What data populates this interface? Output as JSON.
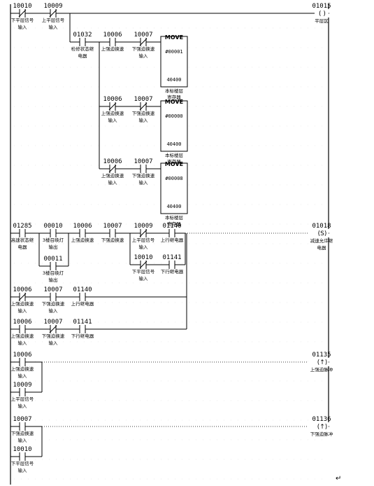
{
  "contacts": [
    {
      "id": "c1",
      "addr": "10010",
      "lbl": [
        "下平层信号",
        "输入"
      ],
      "nc": true
    },
    {
      "id": "c2",
      "addr": "10009",
      "lbl": [
        "上平层信号",
        "输入"
      ],
      "nc": true
    },
    {
      "id": "c3",
      "addr": "01032",
      "lbl": [
        "检修状态继",
        "电器"
      ],
      "nc": false
    },
    {
      "id": "c4",
      "addr": "10006",
      "lbl": [
        "上强迫换速"
      ],
      "nc": false
    },
    {
      "id": "c5",
      "addr": "10007",
      "lbl": [
        "下强迫换速",
        "输入"
      ],
      "nc": true
    },
    {
      "id": "c6",
      "addr": "10006",
      "lbl": [
        "上强迫换速",
        "输入"
      ],
      "nc": true
    },
    {
      "id": "c7",
      "addr": "10007",
      "lbl": [
        "下强迫换速",
        "输入"
      ],
      "nc": true
    },
    {
      "id": "c8",
      "addr": "10006",
      "lbl": [
        "上强迫换速",
        "输入"
      ],
      "nc": true
    },
    {
      "id": "c9",
      "addr": "10007",
      "lbl": [
        "下强迫换速",
        "输入"
      ],
      "nc": false
    },
    {
      "id": "c10",
      "addr": "01285",
      "lbl": [
        "高速状态继",
        "电器"
      ],
      "nc": false
    },
    {
      "id": "c11",
      "addr": "00010",
      "lbl": [
        "3楼召唤灯",
        "输出"
      ],
      "nc": false
    },
    {
      "id": "c12",
      "addr": "00011",
      "lbl": [
        "3楼召唤灯",
        "输出"
      ],
      "nc": false
    },
    {
      "id": "c13",
      "addr": "10006",
      "lbl": [
        "上强迫换速"
      ],
      "nc": false
    },
    {
      "id": "c14",
      "addr": "10007",
      "lbl": [
        "下强迫换速"
      ],
      "nc": false
    },
    {
      "id": "c15",
      "addr": "10009",
      "lbl": [
        "上平层信号",
        "输入"
      ],
      "nc": true
    },
    {
      "id": "c16",
      "addr": "01140",
      "lbl": [
        "上行继电器"
      ],
      "nc": false
    },
    {
      "id": "c17",
      "addr": "10010",
      "lbl": [
        "下平层信号",
        "输入"
      ],
      "nc": true
    },
    {
      "id": "c18",
      "addr": "01141",
      "lbl": [
        "下行继电器"
      ],
      "nc": false
    },
    {
      "id": "c19",
      "addr": "10006",
      "lbl": [
        "上强迫换速",
        "输入"
      ],
      "nc": true
    },
    {
      "id": "c20",
      "addr": "10007",
      "lbl": [
        "下强迫换速",
        "输入"
      ],
      "nc": false
    },
    {
      "id": "c21",
      "addr": "01140",
      "lbl": [
        "上行继电器"
      ],
      "nc": false
    },
    {
      "id": "c22",
      "addr": "10006",
      "lbl": [
        "上强迫换速",
        "输入"
      ],
      "nc": false
    },
    {
      "id": "c23",
      "addr": "10007",
      "lbl": [
        "下强迫换速",
        "输入"
      ],
      "nc": true
    },
    {
      "id": "c24",
      "addr": "01141",
      "lbl": [
        "下行继电器"
      ],
      "nc": false
    },
    {
      "id": "c25",
      "addr": "10006",
      "lbl": [
        "上强迫换速",
        "输入"
      ],
      "nc": false
    },
    {
      "id": "c26",
      "addr": "10009",
      "lbl": [
        "上平层信号",
        "输入"
      ],
      "nc": false
    },
    {
      "id": "c27",
      "addr": "10007",
      "lbl": [
        "下强迫换速",
        "输入"
      ],
      "nc": false
    },
    {
      "id": "c28",
      "addr": "10010",
      "lbl": [
        "下平层信号",
        "输入"
      ],
      "nc": false
    }
  ],
  "coils": [
    {
      "id": "o1",
      "addr": "01015",
      "sym": "( )",
      "lbl": [
        "平层区"
      ]
    },
    {
      "id": "o2",
      "addr": "01018",
      "sym": "(S)",
      "lbl": [
        "减速允许继",
        "电器"
      ]
    },
    {
      "id": "o3",
      "addr": "01135",
      "sym": "(↑)",
      "lbl": [
        "上强迫脉冲"
      ]
    },
    {
      "id": "o4",
      "addr": "01136",
      "sym": "(↑)",
      "lbl": [
        "下强迫脉冲"
      ]
    }
  ],
  "boxes": [
    {
      "id": "m1",
      "title": "MOVE",
      "src": "#00001",
      "dst": "40400",
      "lbl": [
        "本标楼层",
        "寄存器"
      ]
    },
    {
      "id": "m2",
      "title": "MOVE",
      "src": "#00000",
      "dst": "40400",
      "lbl": [
        "本标楼层",
        "寄存器"
      ]
    },
    {
      "id": "m3",
      "title": "MOVE",
      "src": "#00008",
      "dst": "40400",
      "lbl": [
        "本标楼层",
        "寄存器"
      ]
    }
  ],
  "trailing_mark": "↵"
}
